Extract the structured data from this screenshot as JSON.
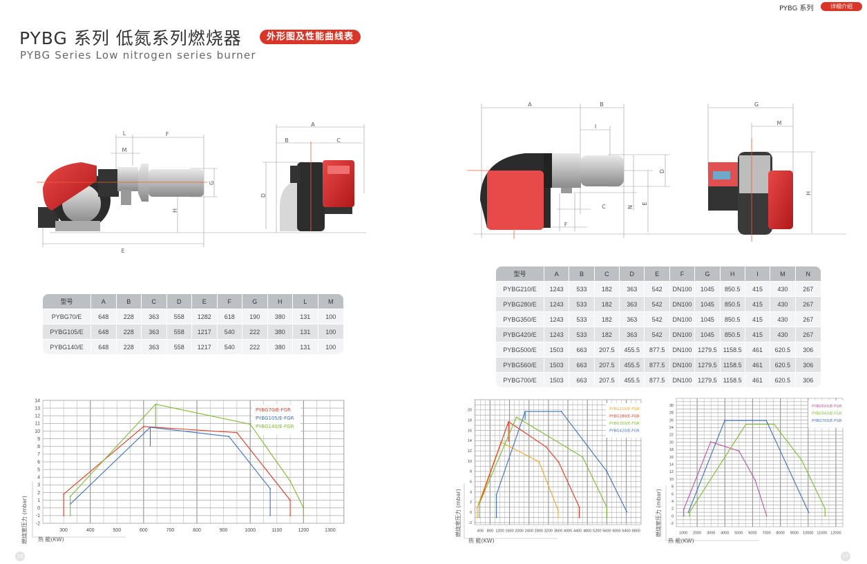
{
  "header": {
    "title": "PYBG 系列 低氮系列燃烧器",
    "subtitle": "PYBG Series  Low nitrogen series burner",
    "section_badge": "外形图及性能曲线表",
    "top_series": "PYBG 系列",
    "top_badge": "详细介绍"
  },
  "pages": {
    "left": "16",
    "right": "17"
  },
  "drawings": {
    "left_side": {
      "E": "E",
      "F": "F",
      "L": "L",
      "M": "M",
      "G": "G",
      "H": "H"
    },
    "left_front": {
      "A": "A",
      "B": "B",
      "C": "C",
      "D": "D"
    },
    "right_side": {
      "A": "A",
      "B": "B",
      "I": "I",
      "C": "C",
      "F": "F",
      "D": "D",
      "N": "N",
      "E": "E"
    },
    "right_front": {
      "G": "G",
      "M": "M",
      "H": "H"
    }
  },
  "table_small": {
    "headers": [
      "型号",
      "A",
      "B",
      "C",
      "D",
      "E",
      "F",
      "G",
      "H",
      "L",
      "M"
    ],
    "rows": [
      [
        "PYBG70/E",
        "648",
        "228",
        "363",
        "558",
        "1282",
        "618",
        "190",
        "380",
        "131",
        "100"
      ],
      [
        "PYBG105/E",
        "648",
        "228",
        "363",
        "558",
        "1217",
        "540",
        "222",
        "380",
        "131",
        "100"
      ],
      [
        "PYBG140/E",
        "648",
        "228",
        "363",
        "558",
        "1217",
        "540",
        "222",
        "380",
        "131",
        "100"
      ]
    ]
  },
  "table_large": {
    "headers": [
      "型号",
      "A",
      "B",
      "C",
      "D",
      "E",
      "F",
      "G",
      "H",
      "I",
      "M",
      "N"
    ],
    "rows": [
      [
        "PYBG210/E",
        "1243",
        "533",
        "182",
        "363",
        "542",
        "DN100",
        "1045",
        "850.5",
        "415",
        "430",
        "267"
      ],
      [
        "PYBG280/E",
        "1243",
        "533",
        "182",
        "363",
        "542",
        "DN100",
        "1045",
        "850.5",
        "415",
        "430",
        "267"
      ],
      [
        "PYBG350/E",
        "1243",
        "533",
        "182",
        "363",
        "542",
        "DN100",
        "1045",
        "850.5",
        "415",
        "430",
        "267"
      ],
      [
        "PYBG420/E",
        "1243",
        "533",
        "182",
        "363",
        "542",
        "DN100",
        "1045",
        "850.5",
        "415",
        "430",
        "267"
      ],
      [
        "PYBG500/E",
        "1503",
        "663",
        "207.5",
        "455.5",
        "877.5",
        "DN100",
        "1279.5",
        "1158.5",
        "461",
        "620.5",
        "306"
      ],
      [
        "PYBG560/E",
        "1503",
        "663",
        "207.5",
        "455.5",
        "877.5",
        "DN100",
        "1279.5",
        "1158.5",
        "461",
        "620.5",
        "306"
      ],
      [
        "PYBG700/E",
        "1503",
        "663",
        "207.5",
        "455.5",
        "877.5",
        "DN100",
        "1279.5",
        "1158.5",
        "461",
        "620.5",
        "306"
      ]
    ]
  },
  "chart_data": [
    {
      "type": "line",
      "title": "",
      "xlabel": "热 能(KW)",
      "ylabel": "燃烧室压力 (mbar)",
      "xlim": [
        222,
        1352
      ],
      "ylim": [
        -2,
        14
      ],
      "xticks": [
        300,
        400,
        500,
        600,
        700,
        800,
        900,
        1000,
        1100,
        1200,
        1300
      ],
      "yticks": [
        -2,
        -1,
        0,
        1,
        2,
        3,
        4,
        5,
        6,
        7,
        8,
        9,
        10,
        11,
        12,
        13,
        14
      ],
      "grid": true,
      "grid_x_step": 50,
      "grid_y_step": 1,
      "legend_position": "top-right",
      "series": [
        {
          "name": "PYBG70/E-FGR",
          "color": "#e8371e",
          "points": [
            [
              300,
              -1
            ],
            [
              300,
              1.8
            ],
            [
              600,
              10.6
            ],
            [
              950,
              9.8
            ],
            [
              1150,
              1
            ],
            [
              1150,
              -1
            ]
          ]
        },
        {
          "name": "PYBG105/E-FGR",
          "color": "#3c6fc4",
          "points": [
            [
              325,
              0.5
            ],
            [
              625,
              10.5
            ],
            [
              920,
              9.3
            ],
            [
              1075,
              2.5
            ],
            [
              1075,
              -1
            ]
          ],
          "extra": [
            [
              [
                625,
                10.5
              ],
              [
                625,
                8
              ]
            ]
          ]
        },
        {
          "name": "PYBG140/E-FGR",
          "color": "#7dbb2e",
          "points": [
            [
              325,
              -1
            ],
            [
              325,
              1.5
            ],
            [
              645,
              13.5
            ],
            [
              1000,
              10.9
            ],
            [
              1150,
              3.5
            ],
            [
              1200,
              0
            ],
            [
              1200,
              -1
            ]
          ],
          "extra": [
            [
              [
                645,
                13.5
              ],
              [
                645,
                10.5
              ]
            ]
          ]
        }
      ]
    },
    {
      "type": "line",
      "title": "",
      "xlabel": "热 能(KW)",
      "ylabel": "燃烧室压力 (mbar)",
      "xlim": [
        165,
        7010
      ],
      "ylim": [
        -2.4,
        22
      ],
      "xticks": [
        400,
        800,
        1200,
        1600,
        2000,
        2400,
        2800,
        3200,
        3600,
        4000,
        4400,
        4800,
        5200,
        5600,
        6000,
        6400,
        6800
      ],
      "yticks": [
        -2,
        0,
        2,
        4,
        6,
        8,
        10,
        12,
        14,
        16,
        18,
        20
      ],
      "grid": true,
      "grid_x_step": 200,
      "grid_y_step": 1,
      "legend_position": "top-right",
      "series": [
        {
          "name": "PYBG210/E-FGR",
          "color": "#f5a623",
          "points": [
            [
              277,
              -1
            ],
            [
              277,
              1
            ],
            [
              1250,
              13.7
            ],
            [
              2810,
              9.9
            ],
            [
              3600,
              0.4
            ],
            [
              3600,
              -1
            ]
          ]
        },
        {
          "name": "PYBG280/E-FGR",
          "color": "#e8371e",
          "points": [
            [
              353,
              1.6
            ],
            [
              1560,
              17.7
            ],
            [
              3100,
              12.8
            ],
            [
              3620,
              9.8
            ],
            [
              4470,
              1
            ],
            [
              4470,
              -1
            ]
          ],
          "extra": [
            [
              [
                1560,
                17.7
              ],
              [
                1560,
                13.8
              ]
            ]
          ]
        },
        {
          "name": "PYBG350/E-FGR",
          "color": "#7dbb2e",
          "points": [
            [
              353,
              -1
            ],
            [
              353,
              1.6
            ],
            [
              1885,
              18.6
            ],
            [
              4607,
              10.8
            ],
            [
              5600,
              1
            ],
            [
              5600,
              -1
            ]
          ]
        },
        {
          "name": "PYBG420/E-FGR",
          "color": "#3c6fc4",
          "points": [
            [
              1062,
              -1
            ],
            [
              1062,
              3.45
            ],
            [
              2244,
              19.7
            ],
            [
              3729,
              19.7
            ],
            [
              5600,
              8
            ],
            [
              6423,
              0.1
            ]
          ],
          "extra": [
            [
              [
                2244,
                19.7
              ],
              [
                2244,
                18.1
              ]
            ]
          ]
        }
      ]
    },
    {
      "type": "line",
      "title": "",
      "xlabel": "热 能(KW)",
      "ylabel": "燃烧室压力 (mbar)",
      "xlim": [
        500,
        12500
      ],
      "ylim": [
        -2.9,
        31.9
      ],
      "xticks": [
        1000,
        2000,
        3000,
        4000,
        5000,
        6000,
        7000,
        8000,
        9000,
        10000,
        11000,
        12000
      ],
      "yticks": [
        -2,
        0,
        2,
        4,
        6,
        8,
        10,
        12,
        14,
        16,
        18,
        20,
        22,
        24,
        26,
        28,
        30
      ],
      "grid": true,
      "grid_x_step": 500,
      "grid_y_step": 1,
      "legend_position": "top-right",
      "series": [
        {
          "name": "PYBG500/E-FGR",
          "color": "#c052a8",
          "points": [
            [
              1033,
              0
            ],
            [
              1033,
              1.8
            ],
            [
              2977,
              20.1
            ],
            [
              5020,
              17.6
            ],
            [
              6183,
              9.7
            ],
            [
              7013,
              0
            ]
          ]
        },
        {
          "name": "PYBG560/E-FGR",
          "color": "#7dbb2e",
          "points": [
            [
              1450,
              0
            ],
            [
              1450,
              1
            ],
            [
              5518,
              24.9
            ],
            [
              7545,
              24.9
            ],
            [
              9538,
              15.1
            ],
            [
              11216,
              2
            ],
            [
              11216,
              0
            ]
          ]
        },
        {
          "name": "PYBG700/E-FGR",
          "color": "#3c6fc4",
          "points": [
            [
              1365,
              1
            ],
            [
              3990,
              25.9
            ],
            [
              6980,
              25.9
            ],
            [
              10037,
              1
            ]
          ]
        }
      ]
    }
  ]
}
